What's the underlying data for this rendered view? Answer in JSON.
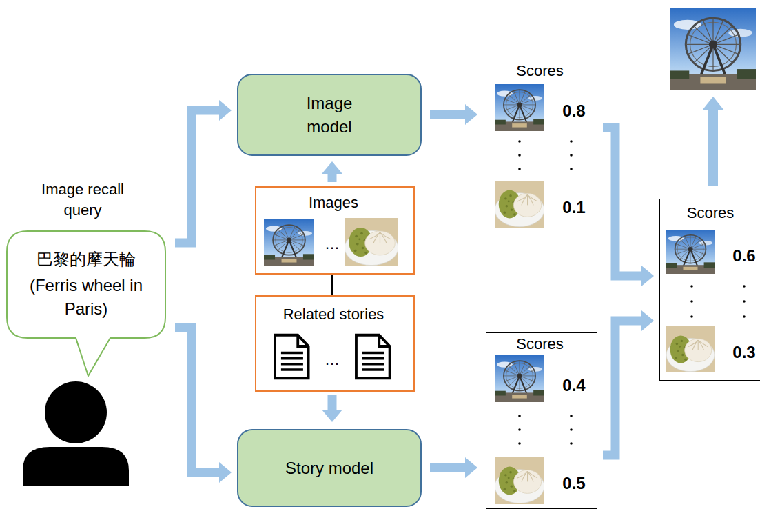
{
  "diagram": {
    "nodes": [
      {
        "text": [
          "Image recall query",
          "巴黎的摩天輪",
          "(Ferris wheel in Paris)"
        ]
      },
      {
        "text": [
          "Image model"
        ]
      },
      {
        "text": [
          "Images",
          "…"
        ]
      },
      {
        "text": [
          "Related stories",
          "…"
        ]
      },
      {
        "text": [
          "Story model"
        ]
      },
      {
        "text": [
          "Scores",
          "0.8",
          "0.1"
        ]
      },
      {
        "text": [
          "Scores",
          "0.4",
          "0.5"
        ]
      },
      {
        "text": [
          "Scores",
          "0.6",
          "0.3"
        ]
      }
    ],
    "edges": [
      {
        "from": 0,
        "to": 1,
        "arrow": "to"
      },
      {
        "from": 0,
        "to": 4,
        "arrow": "to"
      },
      {
        "from": 2,
        "to": 1,
        "arrow": "to"
      },
      {
        "from": 2,
        "to": 3,
        "arrow": "none"
      },
      {
        "from": 3,
        "to": 4,
        "arrow": "to"
      },
      {
        "from": 1,
        "to": 5,
        "arrow": "to"
      },
      {
        "from": 4,
        "to": 6,
        "arrow": "to"
      },
      {
        "from": 5,
        "to": 7,
        "arrow": "to"
      },
      {
        "from": 6,
        "to": 7,
        "arrow": "to"
      }
    ]
  }
}
